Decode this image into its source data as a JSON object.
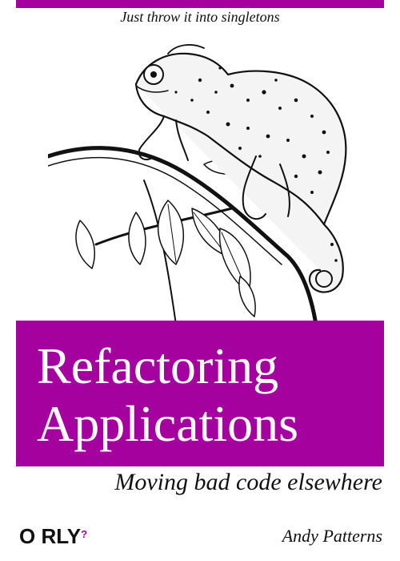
{
  "colors": {
    "accent": "#A4019E",
    "text": "#111111",
    "background": "#ffffff"
  },
  "cover": {
    "tagline": "Just throw it into singletons",
    "illustration": "chameleon-on-branch",
    "title_line1": "Refactoring",
    "title_line2": "Applications",
    "subtitle": "Moving bad code elsewhere",
    "publisher": "O RLY",
    "publisher_mark": "?",
    "author": "Andy Patterns"
  }
}
